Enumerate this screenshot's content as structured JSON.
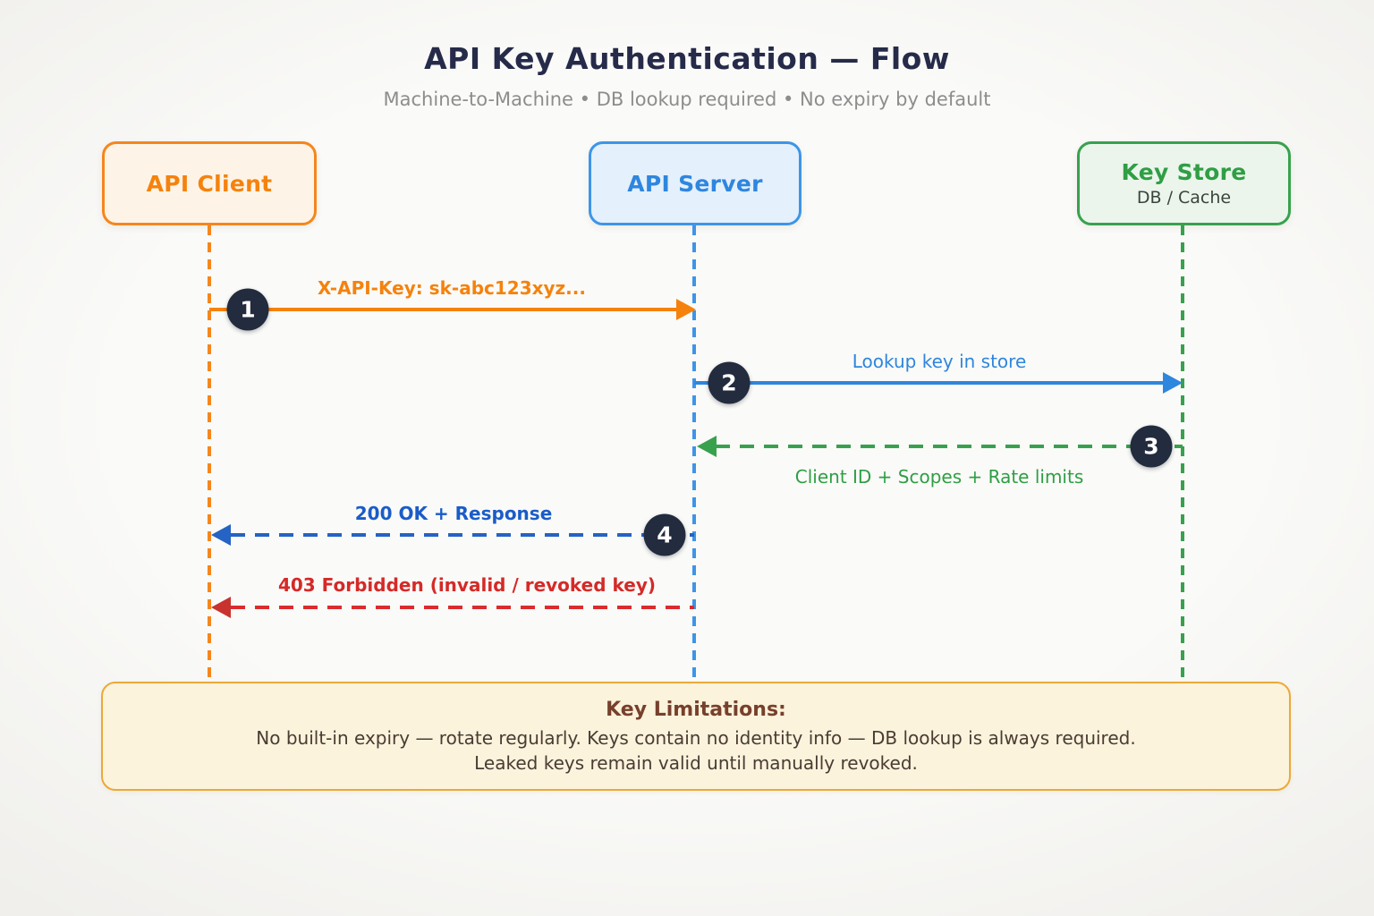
{
  "header": {
    "title": "API Key Authentication — Flow",
    "subtitle": "Machine-to-Machine • DB lookup required • No expiry by default"
  },
  "actors": [
    {
      "name": "API Client",
      "accent_color": "#F5820D",
      "fill_color": "#FDF4E7"
    },
    {
      "name": "API Server",
      "accent_color": "#2E86DE",
      "fill_color": "#E4F0FB"
    },
    {
      "name": "Key Store",
      "subtitle": "DB / Cache",
      "accent_color": "#2F9E44",
      "fill_color": "#EBF5EC"
    }
  ],
  "messages": [
    {
      "step": "1",
      "label": "X-API-Key: sk-abc123xyz...",
      "from": "API Client",
      "to": "API Server",
      "line_style": "solid",
      "direction": "right",
      "color": "#F5820D"
    },
    {
      "step": "2",
      "label": "Lookup key in store",
      "from": "API Server",
      "to": "Key Store",
      "line_style": "solid",
      "direction": "right",
      "color": "#2E86DE"
    },
    {
      "step": "3",
      "label": "Client ID + Scopes + Rate limits",
      "from": "Key Store",
      "to": "API Server",
      "line_style": "dashed",
      "direction": "left",
      "color": "#2F9E44"
    },
    {
      "step": "4",
      "label": "200 OK + Response",
      "from": "API Server",
      "to": "API Client",
      "line_style": "dashed",
      "direction": "left",
      "color": "#1A5CC8"
    },
    {
      "step": "",
      "label": "403 Forbidden (invalid / revoked key)",
      "from": "API Server",
      "to": "API Client",
      "line_style": "dashed",
      "direction": "left",
      "color": "#D42A28"
    }
  ],
  "note": {
    "title": "Key Limitations:",
    "line1": "No built-in expiry — rotate regularly. Keys contain no identity info — DB lookup is always required.",
    "line2": "Leaked keys remain valid until manually revoked."
  },
  "colors": {
    "step_circle": "#232B3E",
    "title_text": "#262B4A",
    "subtitle_text": "#8D8D8D",
    "note_border": "#EBA937",
    "note_fill": "#FBF3DC",
    "note_title_text": "#77402C",
    "note_body_text": "#4A3B33",
    "error_red": "#D92D2D"
  }
}
